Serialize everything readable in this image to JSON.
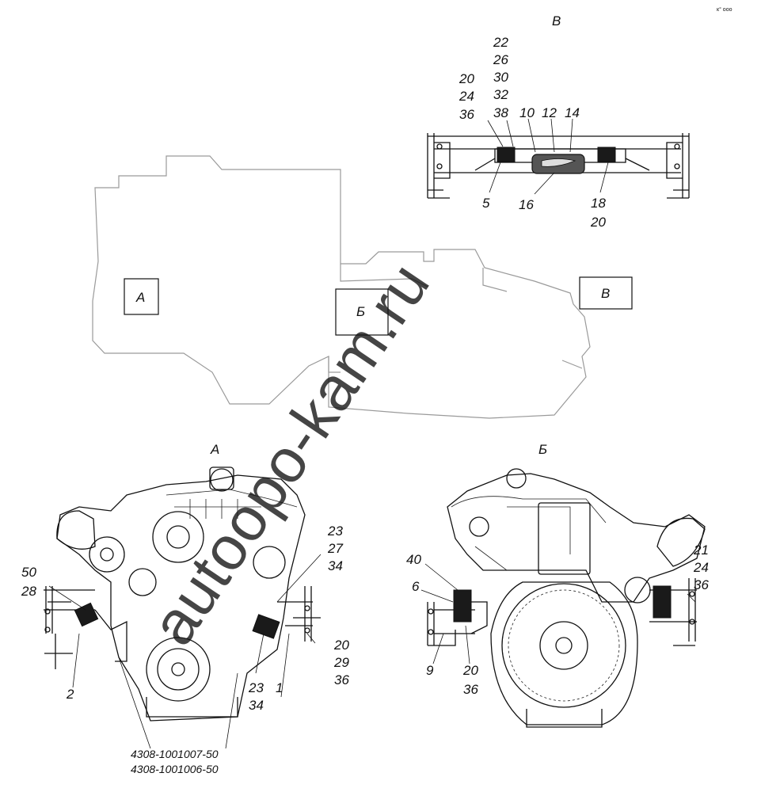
{
  "corner_mark": "к° ооо",
  "watermark": "autoopo-kam.ru",
  "overview": {
    "zones": [
      {
        "id": "A",
        "label": "А"
      },
      {
        "id": "B",
        "label": "Б"
      },
      {
        "id": "V",
        "label": "В"
      }
    ]
  },
  "view_v": {
    "title": "В",
    "callouts": [
      {
        "text": "22"
      },
      {
        "text": "26"
      },
      {
        "text": "30"
      },
      {
        "text": "32"
      },
      {
        "text": "38"
      },
      {
        "text": "20"
      },
      {
        "text": "24"
      },
      {
        "text": "36"
      },
      {
        "text": "10"
      },
      {
        "text": "12"
      },
      {
        "text": "14"
      },
      {
        "text": "5"
      },
      {
        "text": "16"
      },
      {
        "text": "18"
      },
      {
        "text": "20"
      }
    ]
  },
  "view_a": {
    "title": "А",
    "callouts": [
      {
        "text": "50"
      },
      {
        "text": "28"
      },
      {
        "text": "2"
      },
      {
        "text": "23"
      },
      {
        "text": "27"
      },
      {
        "text": "34"
      },
      {
        "text": "20"
      },
      {
        "text": "29"
      },
      {
        "text": "36"
      },
      {
        "text": "23"
      },
      {
        "text": "34"
      },
      {
        "text": "1"
      }
    ],
    "part_numbers": [
      "4308-1001007-50",
      "4308-1001006-50"
    ]
  },
  "view_b": {
    "title": "Б",
    "callouts": [
      {
        "text": "40"
      },
      {
        "text": "6"
      },
      {
        "text": "9"
      },
      {
        "text": "20"
      },
      {
        "text": "36"
      },
      {
        "text": "21"
      },
      {
        "text": "24"
      },
      {
        "text": "36"
      }
    ]
  }
}
